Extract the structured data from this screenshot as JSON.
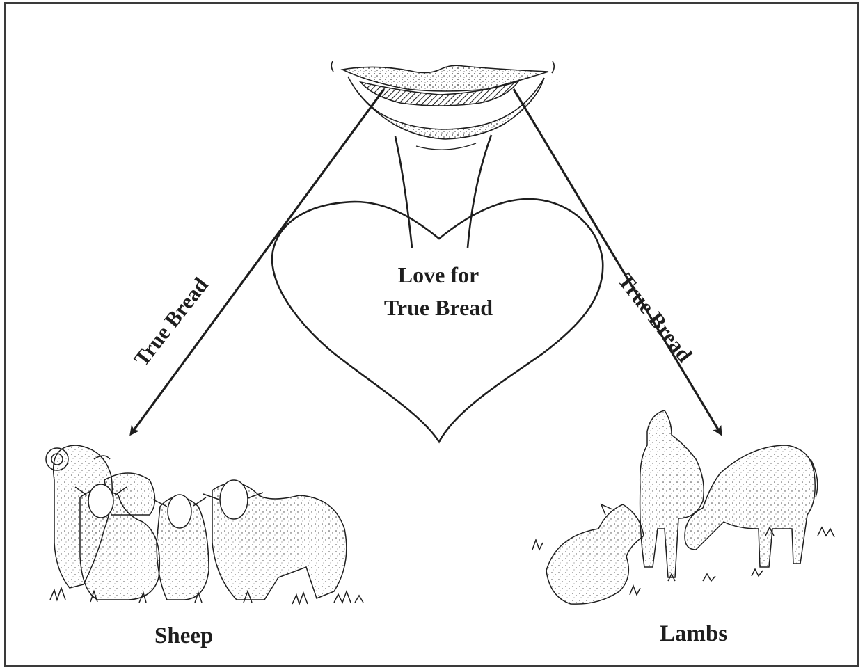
{
  "diagram": {
    "heart_label": {
      "line1": "Love for",
      "line2": "True Bread"
    },
    "arrow_left_label": "True Bread",
    "arrow_right_label": "True Bread",
    "caption_left": "Sheep",
    "caption_right": "Lambs"
  },
  "colors": {
    "ink": "#1e1e1e",
    "frame": "#3a3a3a",
    "background": "#ffffff"
  },
  "icons": [
    "mouth-illustration",
    "heart-shape",
    "sheep-flock-illustration",
    "lambs-illustration"
  ]
}
